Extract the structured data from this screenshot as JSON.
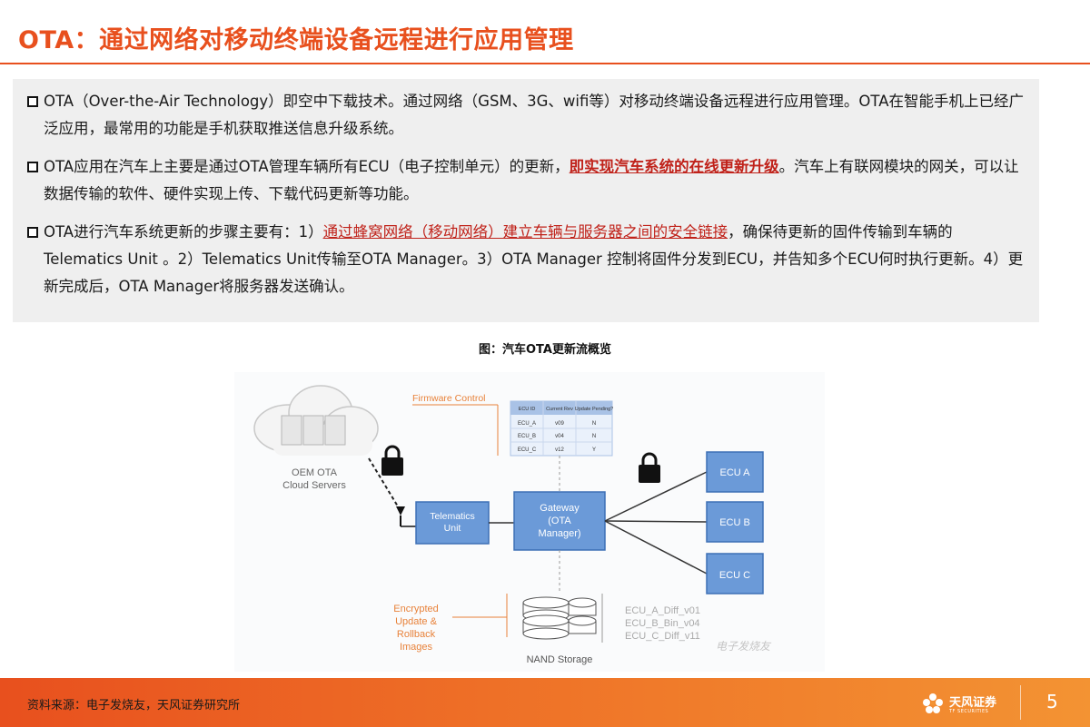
{
  "header": {
    "title": "OTA：通过网络对移动终端设备远程进行应用管理"
  },
  "paragraphs": {
    "p1": "OTA（Over-the-Air Technology）即空中下载技术。通过网络（GSM、3G、wifi等）对移动终端设备远程进行应用管理。OTA在智能手机上已经广泛应用，最常用的功能是手机获取推送信息升级系统。",
    "p2_before": "OTA应用在汽车上主要是通过OTA管理车辆所有ECU（电子控制单元）的更新，",
    "p2_highlight": "即实现汽车系统的在线更新升级",
    "p2_after": "。汽车上有联网模块的网关，可以让数据传输的软件、硬件实现上传、下载代码更新等功能。",
    "p3_before": "OTA进行汽车系统更新的步骤主要有：1）",
    "p3_highlight": "通过蜂窝网络（移动网络）建立车辆与服务器之间的安全链接",
    "p3_after": "，确保待更新的固件传输到车辆的Telematics Unit 。2）Telematics Unit传输至OTA Manager。3）OTA Manager 控制将固件分发到ECU，并告知多个ECU何时执行更新。4）更新完成后，OTA Manager将服务器发送确认。"
  },
  "figure": {
    "caption": "图：汽车OTA更新流概览",
    "cloud_label_1": "OEM OTA",
    "cloud_label_2": "Cloud Servers",
    "telematics_1": "Telematics",
    "telematics_2": "Unit",
    "gateway_1": "Gateway",
    "gateway_2": "(OTA",
    "gateway_3": "Manager)",
    "firmware_control": "Firmware Control",
    "table_headers": [
      "ECU ID",
      "Current Rev",
      "Update Pending?"
    ],
    "table_rows": [
      [
        "ECU_A",
        "v09",
        "N"
      ],
      [
        "ECU_B",
        "v04",
        "N"
      ],
      [
        "ECU_C",
        "v12",
        "Y"
      ]
    ],
    "ecu_a": "ECU A",
    "ecu_b": "ECU B",
    "ecu_c": "ECU C",
    "encrypted_1": "Encrypted",
    "encrypted_2": "Update &",
    "encrypted_3": "Rollback",
    "encrypted_4": "Images",
    "storage_label": "NAND Storage",
    "diff_files": [
      "ECU_A_Diff_v01",
      "ECU_B_Bin_v04",
      "ECU_C_Diff_v11"
    ],
    "watermark": "电子发烧友"
  },
  "footer": {
    "source": "资料来源：电子发烧友，天风证券研究所",
    "logo_text": "天风证券",
    "logo_sub": "TF SECURITIES",
    "page_number": "5"
  },
  "colors": {
    "accent": "#e8501e",
    "highlight": "#c0221a",
    "box_blue": "#5b8fd3",
    "orange_label": "#e8823a"
  }
}
